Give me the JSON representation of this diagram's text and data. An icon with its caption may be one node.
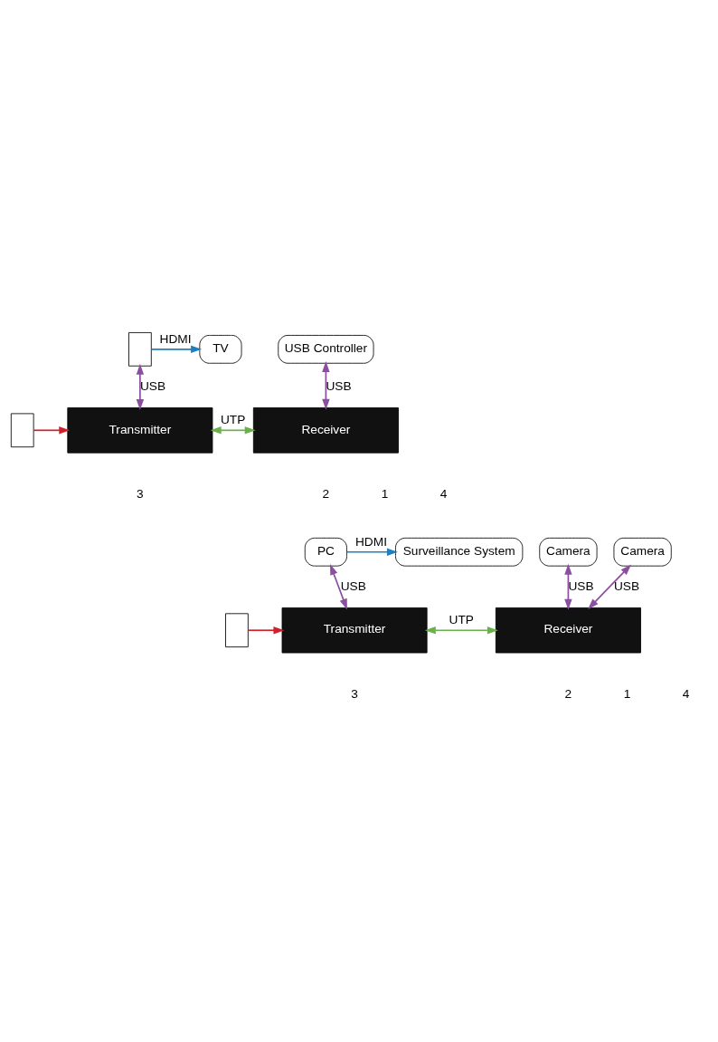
{
  "diagram": {
    "nodes": [
      {
        "text": [],
        "shape": "box"
      },
      {
        "text": [
          "TV"
        ]
      },
      {
        "text": [
          "USB Controller"
        ]
      },
      {
        "text": [
          "Transmitter"
        ]
      },
      {
        "text": [
          "Receiver"
        ]
      },
      {
        "text": [],
        "shape": "box"
      },
      {
        "text": [
          "PC"
        ]
      },
      {
        "text": [
          "Surveillance System"
        ]
      },
      {
        "text": [
          "Camera"
        ]
      },
      {
        "text": [
          "Camera"
        ]
      },
      {
        "text": [
          "Transmitter"
        ]
      },
      {
        "text": [
          "Receiver"
        ]
      },
      {
        "text": [],
        "shape": "box"
      }
    ],
    "edges": [
      {
        "from": 0,
        "to": 1,
        "arrow": "to",
        "label": "HDMI",
        "color": "#1f7fc0"
      },
      {
        "from": 0,
        "to": 3,
        "arrow": "both",
        "label": "USB"
      },
      {
        "from": 2,
        "to": 4,
        "arrow": "both",
        "label": "USB"
      },
      {
        "from": 3,
        "to": 4,
        "arrow": "both",
        "label": "UTP",
        "color": "#6ab04c"
      },
      {
        "from": 5,
        "to": 3,
        "arrow": "to",
        "color": "#d0202a"
      },
      {
        "from": 6,
        "to": 7,
        "arrow": "to",
        "label": "HDMI",
        "color": "#1f7fc0"
      },
      {
        "from": 6,
        "to": 10,
        "arrow": "both",
        "label": "USB"
      },
      {
        "from": 8,
        "to": 11,
        "arrow": "both",
        "label": "USB"
      },
      {
        "from": 9,
        "to": 11,
        "arrow": "both",
        "label": "USB"
      },
      {
        "from": 10,
        "to": 11,
        "arrow": "both",
        "label": "UTP",
        "color": "#6ab04c"
      },
      {
        "from": 12,
        "to": 10,
        "arrow": "to",
        "color": "#d0202a"
      }
    ],
    "labels": [
      "3",
      "1",
      "2",
      "4",
      "3",
      "1",
      "2",
      "4"
    ]
  }
}
